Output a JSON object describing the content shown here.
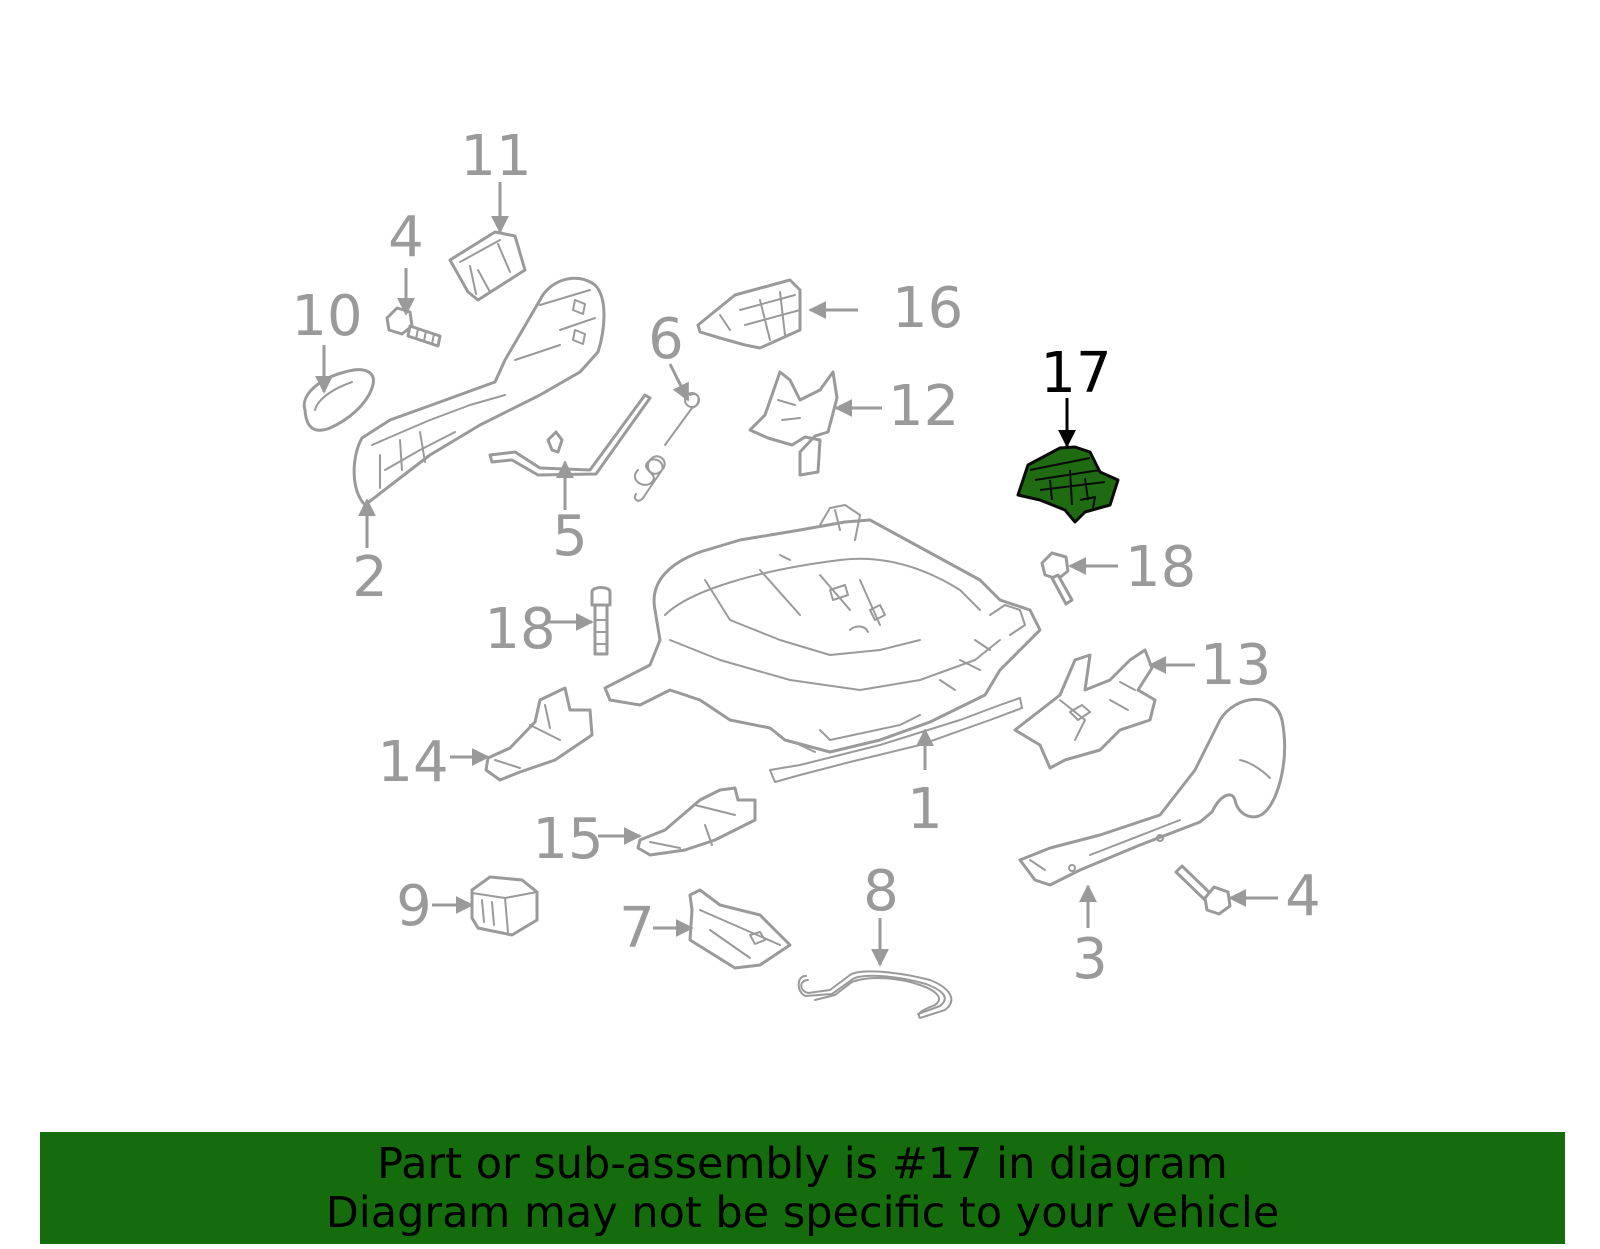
{
  "diagram": {
    "highlighted_part": "17",
    "callouts": {
      "c1": "1",
      "c2": "2",
      "c3": "3",
      "c4a": "4",
      "c4b": "4",
      "c5": "5",
      "c6": "6",
      "c7": "7",
      "c8": "8",
      "c9": "9",
      "c10": "10",
      "c11": "11",
      "c12": "12",
      "c13": "13",
      "c14": "14",
      "c15": "15",
      "c16": "16",
      "c17": "17",
      "c18a": "18",
      "c18b": "18"
    },
    "colors": {
      "highlight_fill": "#1e6b12",
      "line": "#9a9a9a",
      "banner": "#146c0c"
    }
  },
  "banner": {
    "line1": "Part or sub-assembly is #17 in diagram",
    "line2": "Diagram may not be specific to your vehicle"
  }
}
